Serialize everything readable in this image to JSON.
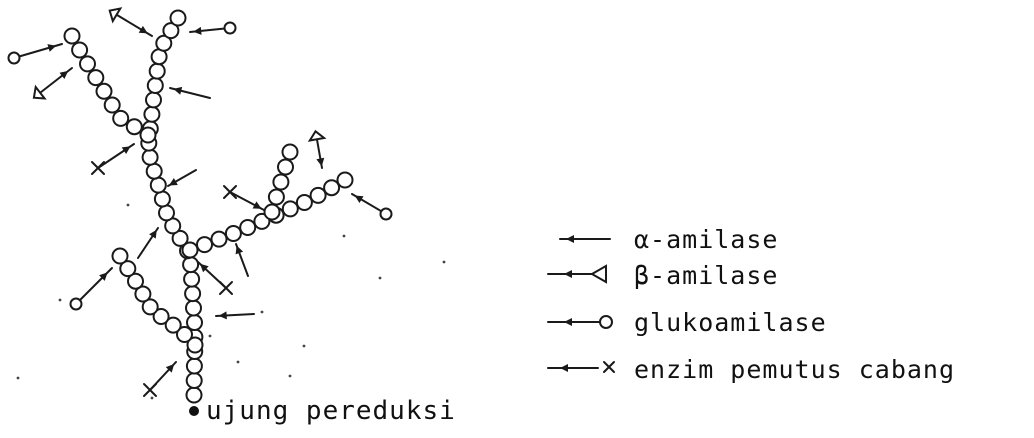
{
  "legend": {
    "items": [
      {
        "label": "α-amilase",
        "marker": "none"
      },
      {
        "label": "β-amilase",
        "marker": "triangle"
      },
      {
        "label": "glukoamilase",
        "marker": "circle"
      },
      {
        "label": "enzim pemutus cabang",
        "marker": "cross"
      }
    ]
  },
  "reducing_end": {
    "label": "ujung pereduksi"
  }
}
